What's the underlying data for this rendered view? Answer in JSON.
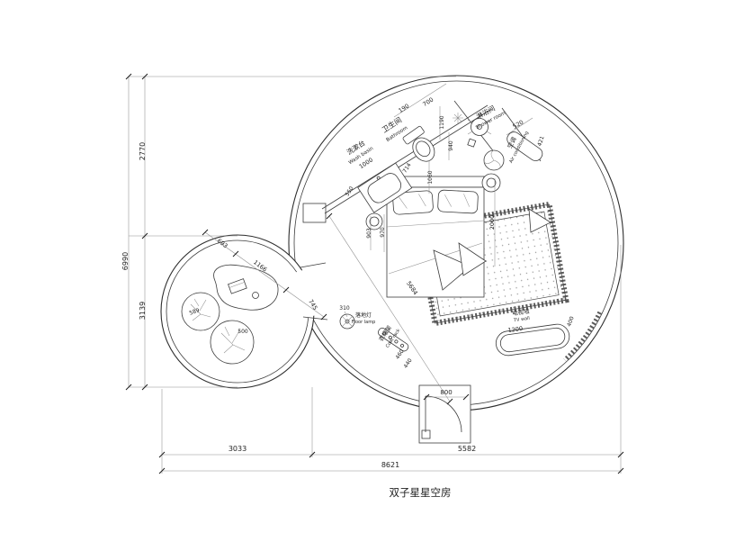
{
  "title": "双子星星空房",
  "labels": {
    "bathroom_zh": "卫生间",
    "bathroom_en": "Bathroom",
    "washbasin_zh": "洗漱台",
    "washbasin_en": "Wash basin",
    "shower_zh": "淋浴间",
    "shower_en": "Shower room",
    "ac_zh": "空调",
    "ac_en": "Air conditioning",
    "floor_lamp_zh": "落地灯",
    "floor_lamp_en": "Floor lamp",
    "coat_rack_zh": "衣帽架",
    "coat_rack_en": "Coat rack",
    "tv_wall_zh": "电视墙",
    "tv_wall_en": "TV wall"
  },
  "dims": {
    "total_width": "8621",
    "bottom_left": "3033",
    "bottom_right": "5582",
    "total_height": "6990",
    "left_upper": "2770",
    "left_lower": "3139",
    "entrance": "800",
    "bath_a": "190",
    "bath_b": "700",
    "bath_c": "1190",
    "bath_d": "940",
    "shower_a": "520",
    "shower_b": "421",
    "basin_a": "1000",
    "basin_b": "550",
    "basin_c": "714",
    "basin_d": "1060",
    "bed_a": "903",
    "bed_b": "970",
    "bed_c": "2000",
    "diag_main": "5684",
    "diag_a": "693",
    "diag_b": "1166",
    "diag_c": "745",
    "bag_a": "589",
    "bag_b": "500",
    "lamp": "310",
    "rack_a": "460",
    "rack_b": "440",
    "tv_a": "1200",
    "tv_b": "400"
  }
}
